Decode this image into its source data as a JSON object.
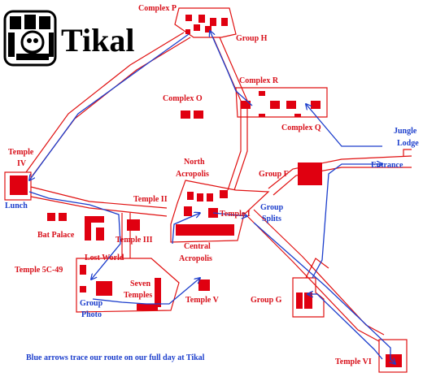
{
  "map": {
    "title": "Tikal",
    "caption": "Blue arrows  trace our route on our full day at Tikal",
    "colors": {
      "trail": "#e01010",
      "route": "#1c3ecc",
      "ruin": "#e00010",
      "label_red": "#d8101a",
      "label_blue": "#1c3ecc"
    },
    "logo_icon": "maya-glyph-icon",
    "red_labels": {
      "complex_p": "Complex P",
      "group_h": "Group H",
      "complex_o": "Complex O",
      "complex_r": "Complex R",
      "complex_q": "Complex Q",
      "temple_iv_1": "Temple",
      "temple_iv_2": "IV",
      "north_acropolis_1": "North",
      "north_acropolis_2": "Acropolis",
      "group_f": "Group F",
      "temple_ii": "Temple II",
      "temple_i": "Temple I",
      "bat_palace": "Bat Palace",
      "temple_iii": "Temple III",
      "lost_world": "Lost World",
      "central_acropolis_1": "Central",
      "central_acropolis_2": "Acropolis",
      "temple_5c49": "Temple 5C-49",
      "seven_temples_1": "Seven",
      "seven_temples_2": "Temples",
      "temple_v": "Temple V",
      "group_g": "Group G",
      "temple_vi": "Temple VI"
    },
    "blue_labels": {
      "jungle_lodge_1": "Jungle",
      "jungle_lodge_2": "Lodge",
      "entrance": "Entrance",
      "lunch": "Lunch",
      "group_splits_1": "Group",
      "group_splits_2": "Splits",
      "group_photo_1": "Group",
      "group_photo_2": "Photo"
    }
  }
}
